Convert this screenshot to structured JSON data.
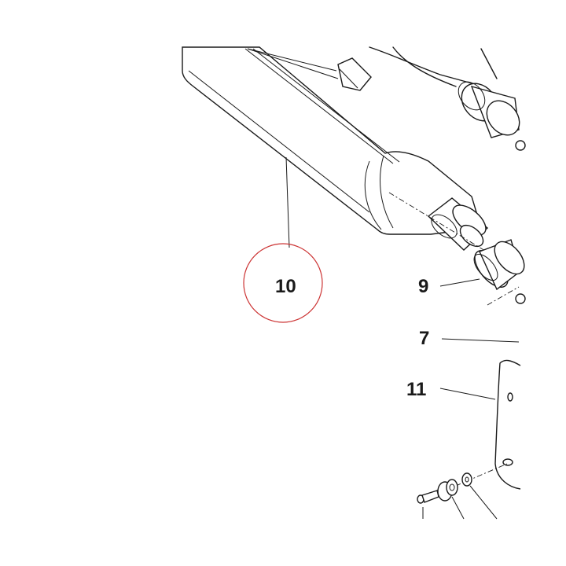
{
  "callouts": {
    "c10": "10",
    "c9": "9",
    "c7": "7",
    "c11": "11"
  },
  "highlight": {
    "callout": "10",
    "color": "#cc3333"
  },
  "colors": {
    "ink": "#1a1a1a",
    "paper": "#ffffff"
  }
}
